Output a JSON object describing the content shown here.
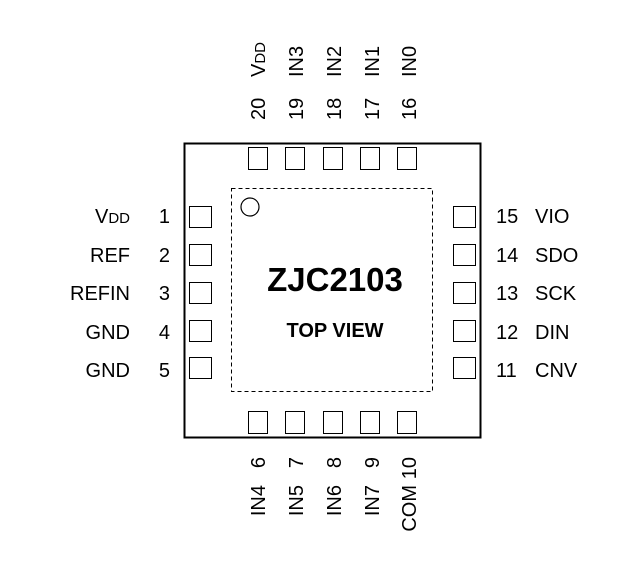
{
  "chip": {
    "name": "ZJC2103",
    "view_label": "TOP VIEW"
  },
  "pins": {
    "left": [
      {
        "num": "1",
        "name": "V",
        "sub": "DD"
      },
      {
        "num": "2",
        "name": "REF"
      },
      {
        "num": "3",
        "name": "REFIN"
      },
      {
        "num": "4",
        "name": "GND"
      },
      {
        "num": "5",
        "name": "GND"
      }
    ],
    "right": [
      {
        "num": "15",
        "name": "VIO"
      },
      {
        "num": "14",
        "name": "SDO"
      },
      {
        "num": "13",
        "name": "SCK"
      },
      {
        "num": "12",
        "name": "DIN"
      },
      {
        "num": "11",
        "name": "CNV"
      }
    ],
    "top": [
      {
        "num": "20",
        "name": "V",
        "sub": "DD"
      },
      {
        "num": "19",
        "name": "IN3"
      },
      {
        "num": "18",
        "name": "IN2"
      },
      {
        "num": "17",
        "name": "IN1"
      },
      {
        "num": "16",
        "name": "IN0"
      }
    ],
    "bottom": [
      {
        "num": "6",
        "name": "IN4"
      },
      {
        "num": "7",
        "name": "IN5"
      },
      {
        "num": "8",
        "name": "IN6"
      },
      {
        "num": "9",
        "name": "IN7"
      },
      {
        "num": "10",
        "name": "COM"
      }
    ]
  }
}
